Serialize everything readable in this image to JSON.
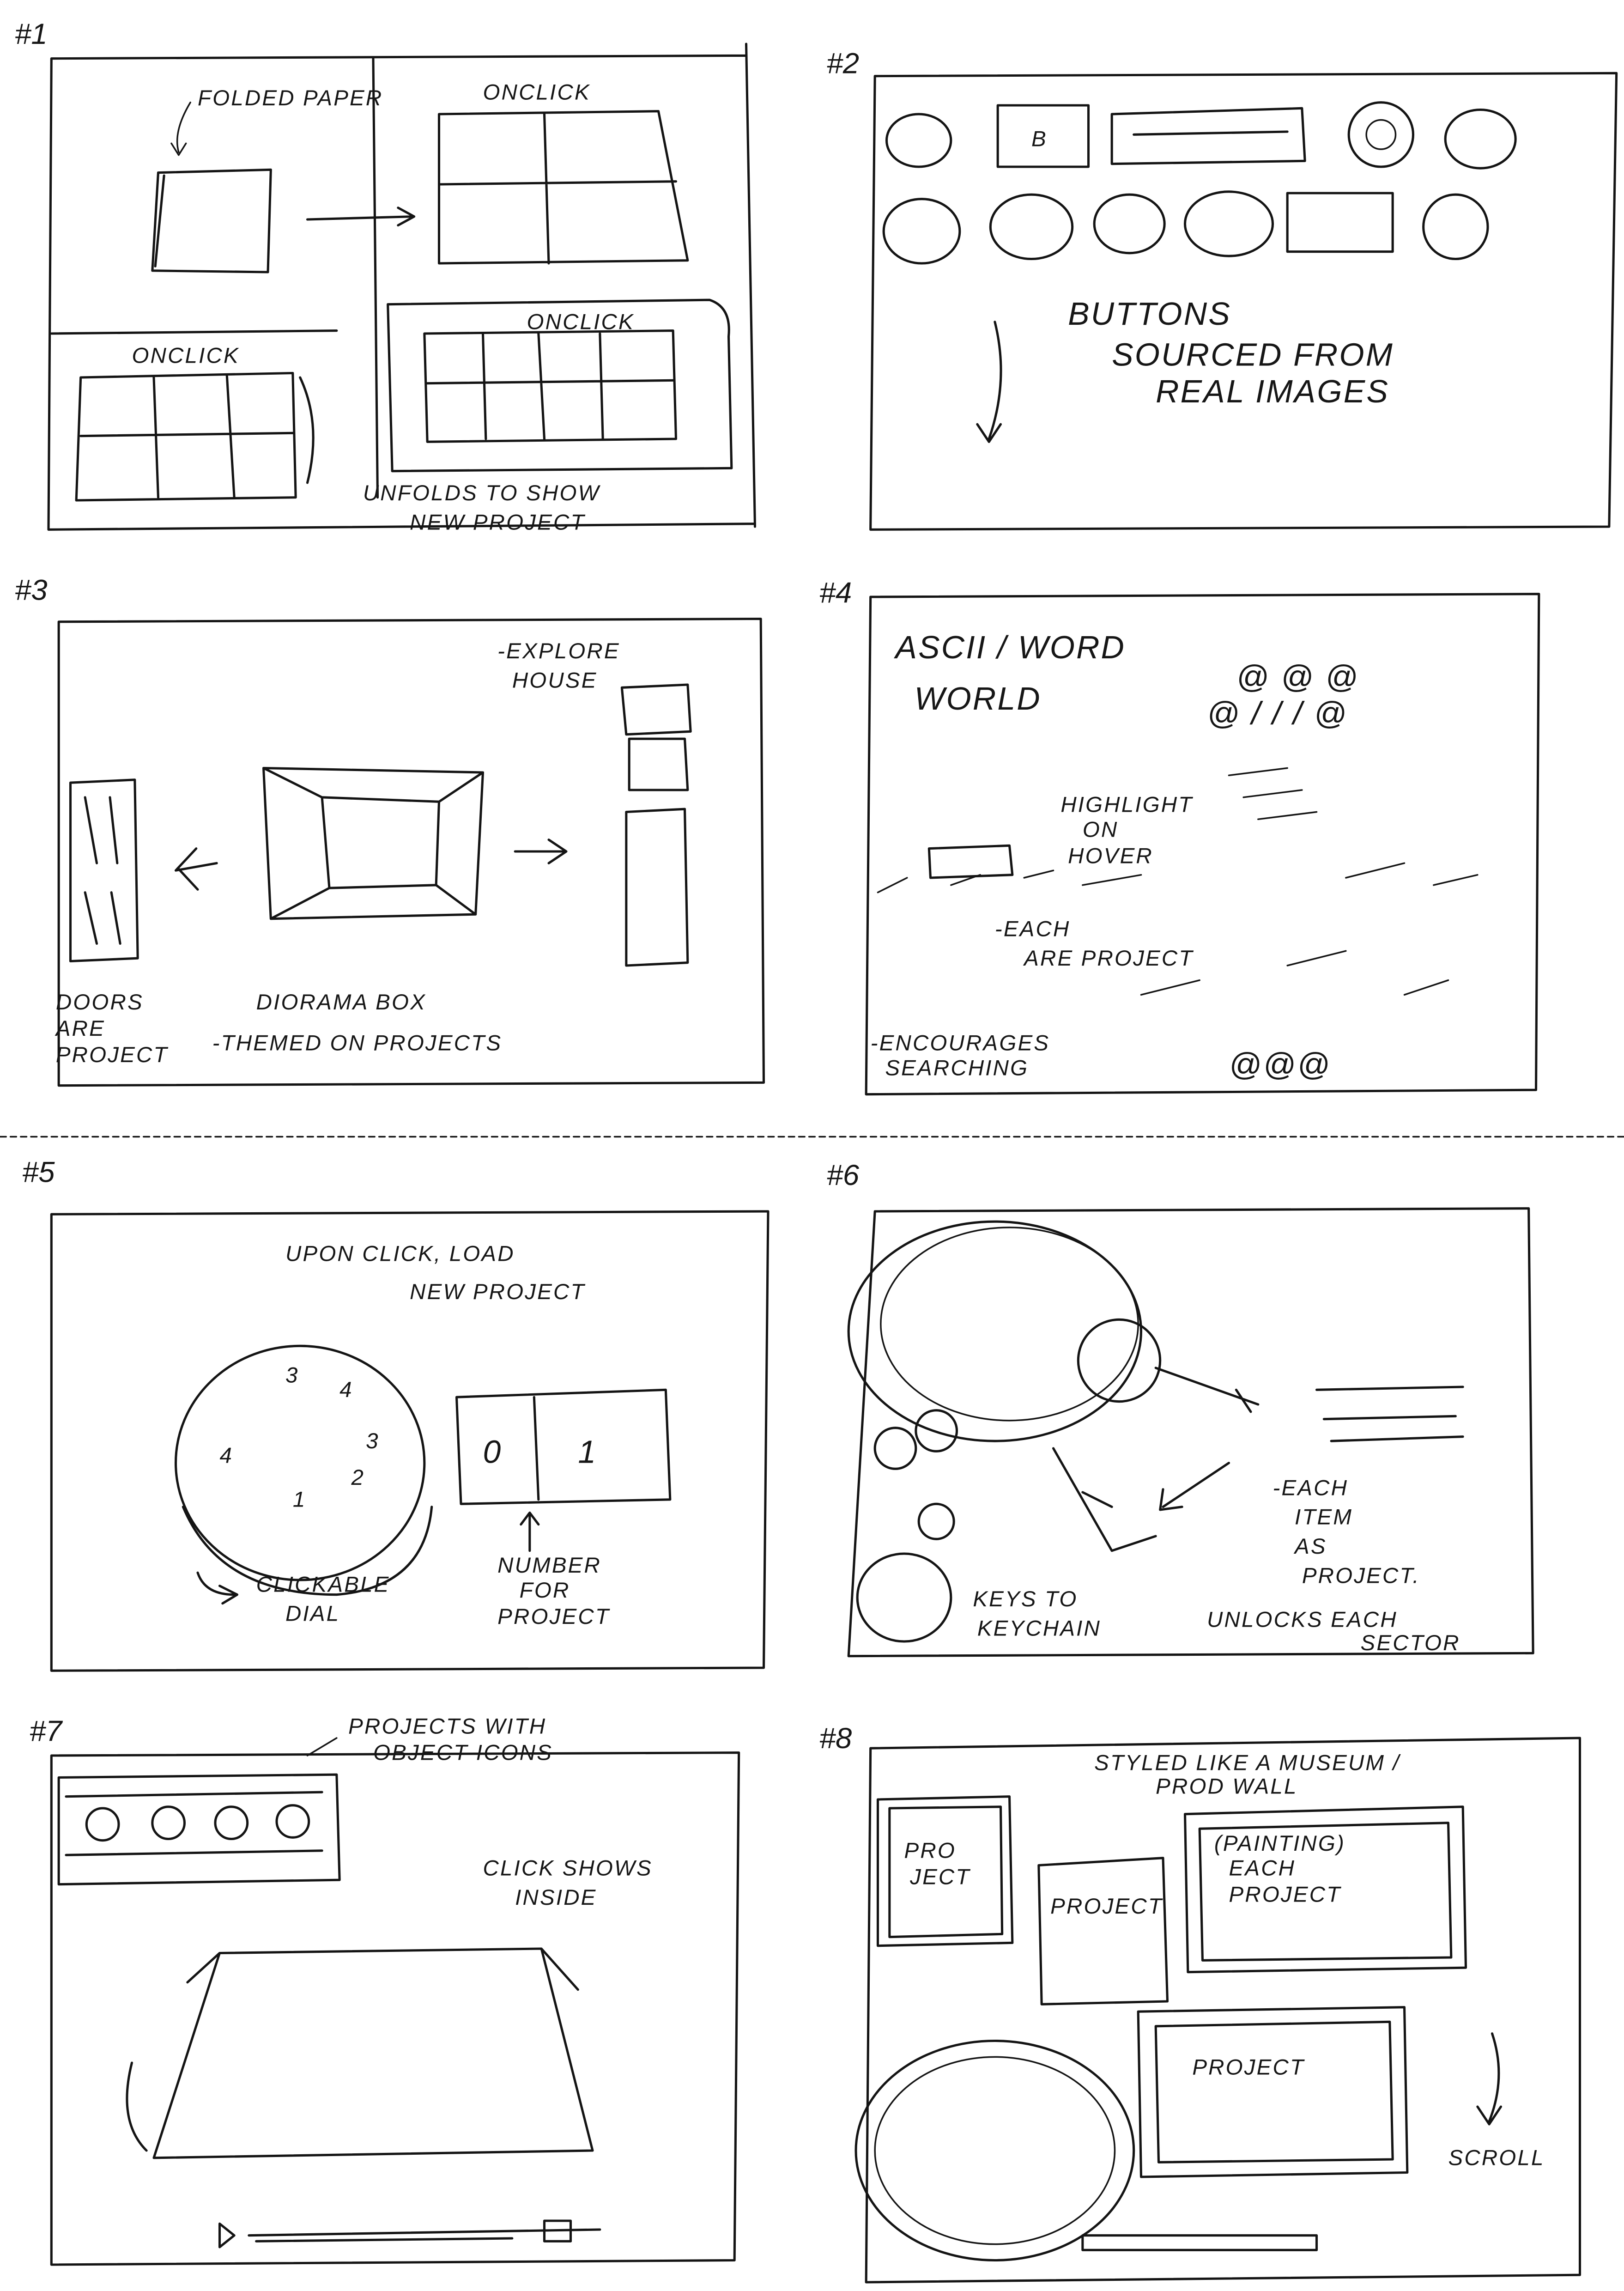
{
  "sheet": {
    "ink_color": "#141414",
    "paper_color": "#ffffff",
    "panels": [
      {
        "id": "#1",
        "notes": [
          "FOLDED PAPER",
          "ONCLICK",
          "ONCLICK",
          "ONCLICK",
          "UNFOLDS TO SHOW",
          "NEW PROJECT"
        ]
      },
      {
        "id": "#2",
        "notes": [
          "BUTTONS",
          "SOURCED FROM",
          "REAL IMAGES"
        ]
      },
      {
        "id": "#3",
        "notes": [
          "-EXPLORE",
          "HOUSE",
          "DOORS",
          "ARE",
          "PROJECT",
          "DIORAMA BOX",
          "-THEMED ON PROJECTS"
        ]
      },
      {
        "id": "#4",
        "notes": [
          "ASCII / WORD",
          "WORLD",
          "HIGHLIGHT",
          "ON",
          "HOVER",
          "-EACH",
          "ARE PROJECT",
          "-ENCOURAGES",
          "SEARCHING"
        ]
      },
      {
        "id": "#5",
        "notes": [
          "UPON CLICK, LOAD",
          "NEW PROJECT",
          "CLICKABLE",
          "DIAL",
          "NUMBER",
          "FOR",
          "PROJECT"
        ]
      },
      {
        "id": "#6",
        "notes": [
          "-EACH",
          "ITEM",
          "AS",
          "PROJECT.",
          "KEYS TO",
          "KEYCHAIN",
          "UNLOCKS EACH",
          "SECTOR"
        ]
      },
      {
        "id": "#7",
        "notes": [
          "PROJECTS WITH",
          "OBJECT ICONS",
          "CLICK SHOWS",
          "INSIDE"
        ]
      },
      {
        "id": "#8",
        "notes": [
          "STYLED LIKE A MUSEUM /",
          "PROD WALL",
          "(PAINTING)",
          "EACH",
          "PROJECT",
          "PRO",
          "JECT",
          "PROJECT",
          "PROJECT",
          "SCROLL"
        ]
      }
    ]
  }
}
